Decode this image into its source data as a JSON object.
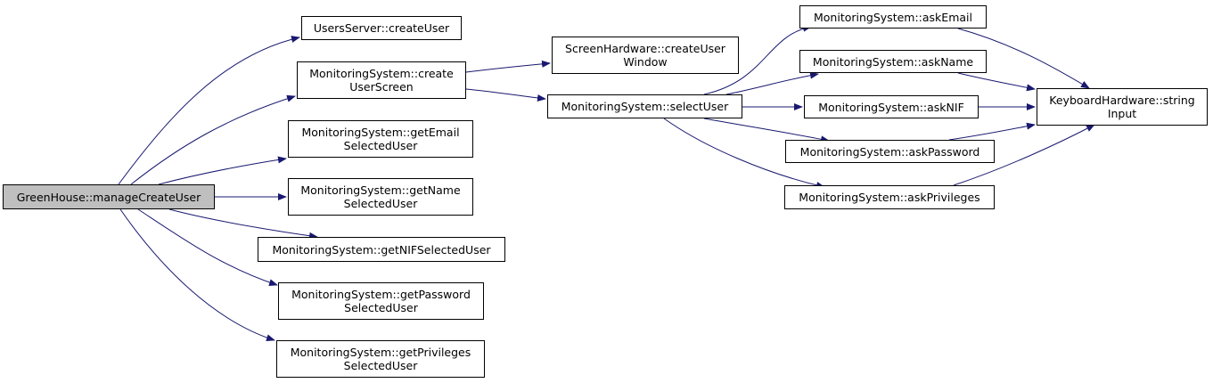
{
  "colors": {
    "edge": "#191970",
    "node_border": "#000000",
    "root_fill": "#bfbfbf",
    "node_fill": "#ffffff"
  },
  "nodes": [
    {
      "id": "n0",
      "lines": [
        "GreenHouse::manageCreateUser"
      ],
      "root": true
    },
    {
      "id": "n1",
      "lines": [
        "UsersServer::createUser"
      ]
    },
    {
      "id": "n2",
      "lines": [
        "MonitoringSystem::create",
        "UserScreen"
      ]
    },
    {
      "id": "n3",
      "lines": [
        "MonitoringSystem::getEmail",
        "SelectedUser"
      ]
    },
    {
      "id": "n4",
      "lines": [
        "MonitoringSystem::getName",
        "SelectedUser"
      ]
    },
    {
      "id": "n5",
      "lines": [
        "MonitoringSystem::getNIFSelectedUser"
      ]
    },
    {
      "id": "n6",
      "lines": [
        "MonitoringSystem::getPassword",
        "SelectedUser"
      ]
    },
    {
      "id": "n7",
      "lines": [
        "MonitoringSystem::getPrivileges",
        "SelectedUser"
      ]
    },
    {
      "id": "n8",
      "lines": [
        "ScreenHardware::createUser",
        "Window"
      ]
    },
    {
      "id": "n9",
      "lines": [
        "MonitoringSystem::selectUser"
      ]
    },
    {
      "id": "n10",
      "lines": [
        "MonitoringSystem::askEmail"
      ]
    },
    {
      "id": "n11",
      "lines": [
        "MonitoringSystem::askName"
      ]
    },
    {
      "id": "n12",
      "lines": [
        "MonitoringSystem::askNIF"
      ]
    },
    {
      "id": "n13",
      "lines": [
        "MonitoringSystem::askPassword"
      ]
    },
    {
      "id": "n14",
      "lines": [
        "MonitoringSystem::askPrivileges"
      ]
    },
    {
      "id": "n15",
      "lines": [
        "KeyboardHardware::string",
        "Input"
      ]
    }
  ],
  "edges": [
    {
      "from": "n0",
      "to": "n1"
    },
    {
      "from": "n0",
      "to": "n2"
    },
    {
      "from": "n0",
      "to": "n3"
    },
    {
      "from": "n0",
      "to": "n4"
    },
    {
      "from": "n0",
      "to": "n5"
    },
    {
      "from": "n0",
      "to": "n6"
    },
    {
      "from": "n0",
      "to": "n7"
    },
    {
      "from": "n2",
      "to": "n8"
    },
    {
      "from": "n2",
      "to": "n9"
    },
    {
      "from": "n9",
      "to": "n10"
    },
    {
      "from": "n9",
      "to": "n11"
    },
    {
      "from": "n9",
      "to": "n12"
    },
    {
      "from": "n9",
      "to": "n13"
    },
    {
      "from": "n9",
      "to": "n14"
    },
    {
      "from": "n10",
      "to": "n15"
    },
    {
      "from": "n11",
      "to": "n15"
    },
    {
      "from": "n12",
      "to": "n15"
    },
    {
      "from": "n13",
      "to": "n15"
    },
    {
      "from": "n14",
      "to": "n15"
    }
  ]
}
